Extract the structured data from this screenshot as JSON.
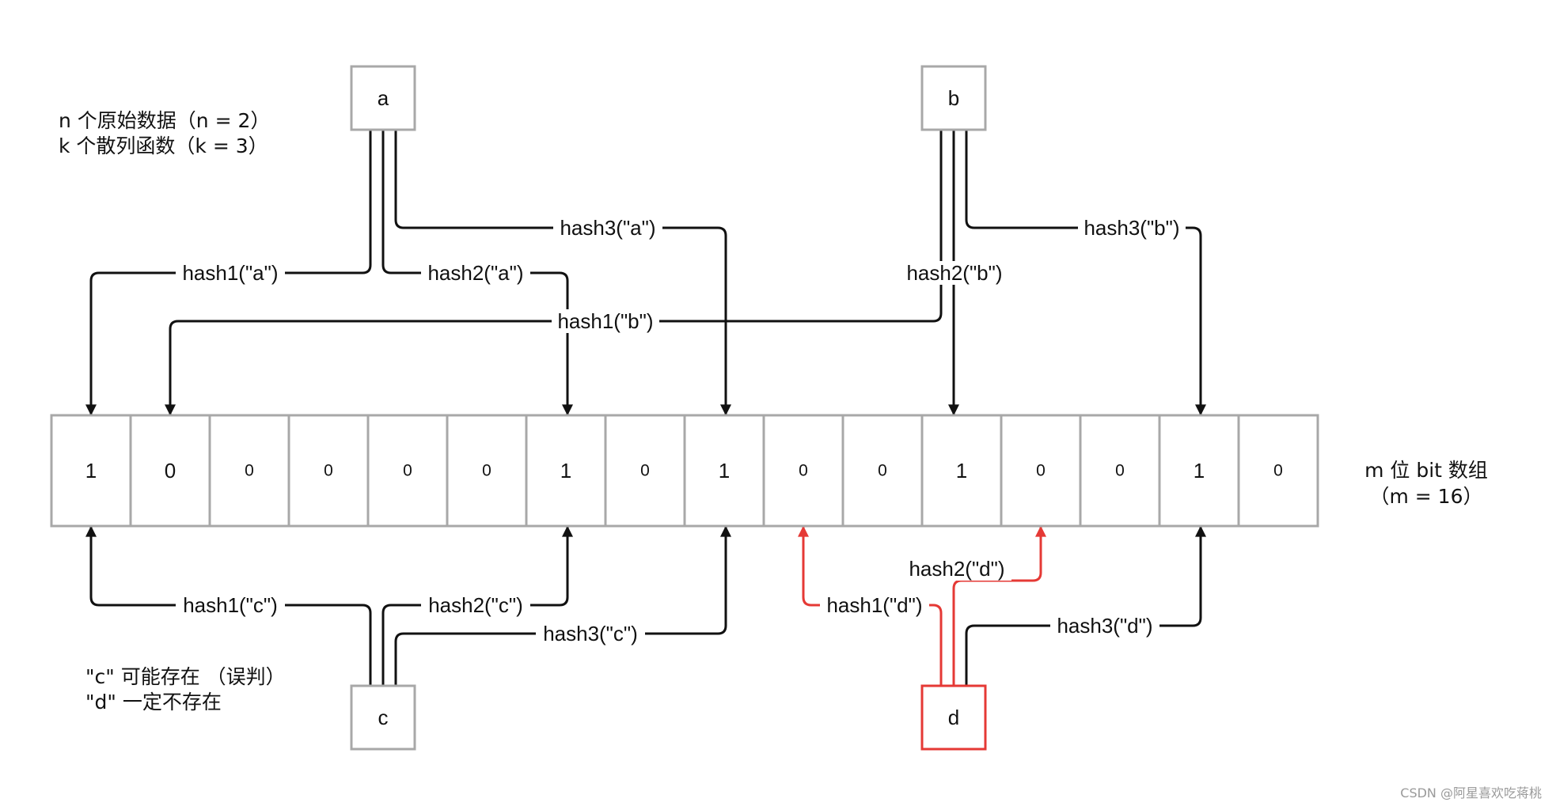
{
  "nodes": {
    "a": "a",
    "b": "b",
    "c": "c",
    "d": "d"
  },
  "notes": {
    "n_line": "n 个原始数据（n = 2）",
    "k_line": "k 个散列函数（k = 3）",
    "c_line": "\"c\" 可能存在 （误判）",
    "d_line": "\"d\" 一定不存在",
    "m_line1": "m 位 bit 数组",
    "m_line2": "（m = 16）"
  },
  "bit_array": [
    "1",
    "0",
    "0",
    "0",
    "0",
    "0",
    "1",
    "0",
    "1",
    "0",
    "0",
    "1",
    "0",
    "0",
    "1",
    "0"
  ],
  "edges": {
    "hash1_a": "hash1(\"a\")",
    "hash2_a": "hash2(\"a\")",
    "hash3_a": "hash3(\"a\")",
    "hash1_b": "hash1(\"b\")",
    "hash2_b": "hash2(\"b\")",
    "hash3_b": "hash3(\"b\")",
    "hash1_c": "hash1(\"c\")",
    "hash2_c": "hash2(\"c\")",
    "hash3_c": "hash3(\"c\")",
    "hash1_d": "hash1(\"d\")",
    "hash2_d": "hash2(\"d\")",
    "hash3_d": "hash3(\"d\")"
  },
  "colors": {
    "line": "#111111",
    "box_border": "#a8a8a8",
    "highlight": "#e53935"
  },
  "watermark": "CSDN @阿星喜欢吃蒋桃"
}
